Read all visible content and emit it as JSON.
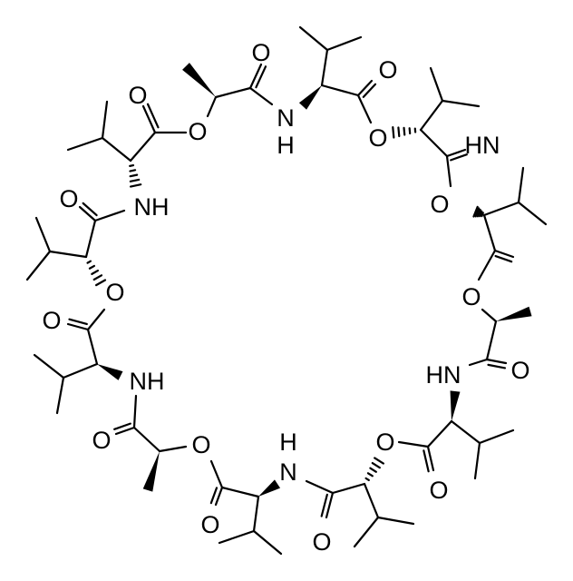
{
  "diagram": {
    "type": "chemical-structure",
    "bond_color": "#000000",
    "background": "#ffffff",
    "atom_labels": [
      "O",
      "N",
      "H",
      "O",
      "O",
      "NH",
      "O",
      "O",
      "O",
      "NH",
      "O",
      "O",
      "O",
      "H",
      "N",
      "O",
      "O",
      "O",
      "HN",
      "O",
      "O",
      "O",
      "O",
      "HN",
      "O"
    ]
  }
}
